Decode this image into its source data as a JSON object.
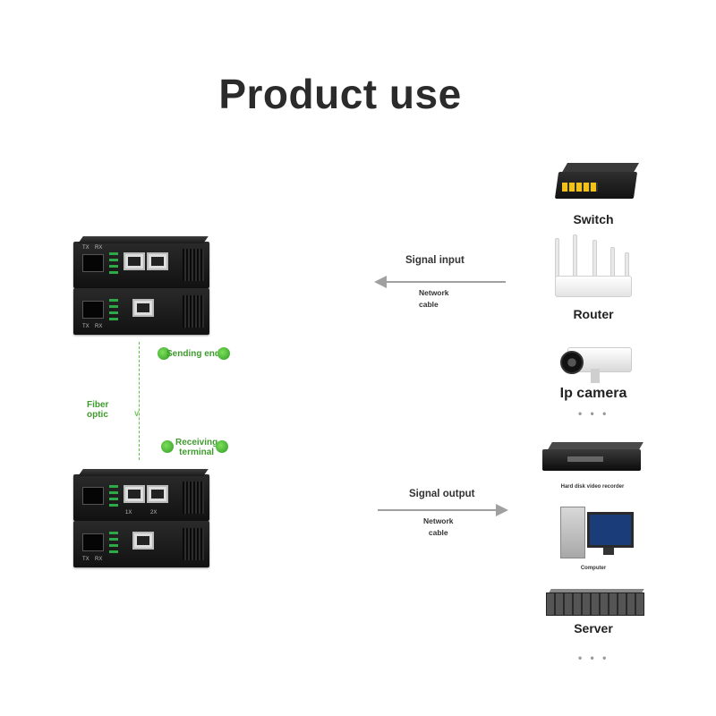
{
  "title": "Product use",
  "fiber": {
    "sending_label": "Sending end",
    "fiber_label_line1": "Fiber",
    "fiber_label_line2": "optic",
    "receiving_label_line1": "Receiving",
    "receiving_label_line2": "terminal"
  },
  "input": {
    "signal_label": "Signal input",
    "cable_line1": "Network",
    "cable_line2": "cable"
  },
  "output": {
    "signal_label": "Signal output",
    "cable_line1": "Network",
    "cable_line2": "cable"
  },
  "input_devices": {
    "switch": "Switch",
    "router": "Router",
    "camera": "Ip camera",
    "more": "• • •"
  },
  "output_devices": {
    "dvr": "Hard disk video recorder",
    "computer": "Computer",
    "server": "Server",
    "more": "• • •"
  },
  "converter_ports": {
    "tx": "TX",
    "rx": "RX",
    "p1": "1X",
    "p2": "2X"
  },
  "colors": {
    "fiber_green": "#5fbf4a",
    "label_green": "#3f9b2e",
    "arrow_gray": "#a0a0a0",
    "title_dark": "#2b2b2b"
  },
  "icons": {
    "converter": "media-converter-icon",
    "switch": "switch-icon",
    "router": "router-icon",
    "camera": "ip-camera-icon",
    "dvr": "dvr-icon",
    "computer": "computer-icon",
    "server": "server-icon"
  }
}
